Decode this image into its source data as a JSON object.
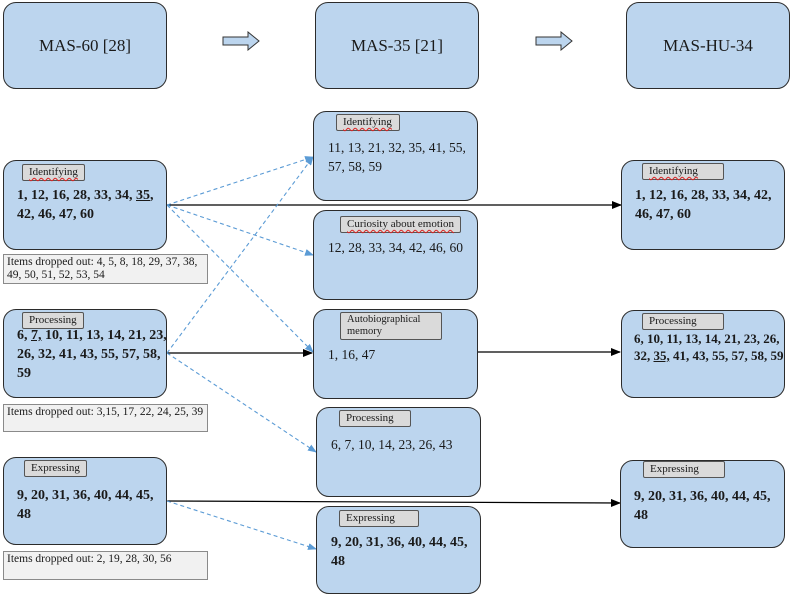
{
  "headers": {
    "mas60": "MAS-60 [28]",
    "mas35": "MAS-35 [21]",
    "mashu34": "MAS-HU-34"
  },
  "mas60": {
    "identifying": {
      "label": "Identifying",
      "pre": "1, 12, 16, 28, 33, 34,",
      "underlined": "35",
      "post": ", 42, 46, 47, 60"
    },
    "identifying_dropped": "Items dropped out: 4, 5, 8, 18, 29, 37, 38, 49, 50, 51, 52, 53, 54",
    "processing": {
      "label": "Processing",
      "pre": "6, ",
      "underlined": "7,",
      "post": " 10, 11, 13, 14, 21, 23, 26, 32, 41, 43, 55, 57, 58, 59"
    },
    "processing_dropped": "Items dropped out: 3,15, 17, 22, 24, 25, 39",
    "expressing": {
      "label": "Expressing",
      "items": "9, 20, 31, 36, 40, 44, 45, 48"
    },
    "expressing_dropped": "Items dropped out: 2, 19, 28, 30, 56"
  },
  "mas35": {
    "identifying": {
      "label": "Identifying",
      "items": "11, 13, 21, 32, 35, 41, 55, 57, 58, 59"
    },
    "curiosity": {
      "label": "Curiosity about emotion",
      "items": "12, 28, 33, 34, 42, 46, 60"
    },
    "autobiographical": {
      "label": "Autobiographical memory",
      "items": "1, 16, 47"
    },
    "processing": {
      "label": "Processing",
      "items": "6, 7, 10, 14, 23, 26, 43"
    },
    "expressing": {
      "label": "Expressing",
      "items": "9, 20, 31, 36, 40, 44, 45, 48"
    }
  },
  "mashu34": {
    "identifying": {
      "label": "Identifying",
      "items": "1, 12, 16, 28, 33, 34, 42, 46, 47, 60"
    },
    "processing": {
      "label": "Processing",
      "pre": "6, 10, 11, 13, 14, 21, 23, 26, 32, ",
      "underlined": "35,",
      "post": " 41, 43, 55, 57, 58, 59"
    },
    "expressing": {
      "label": "Expressing",
      "items": "9, 20, 31, 36, 40, 44, 45, 48"
    }
  },
  "colors": {
    "box_fill": "#bcd5ee",
    "dashed_arrow": "#5b9bd5",
    "solid_arrow": "#000000"
  }
}
